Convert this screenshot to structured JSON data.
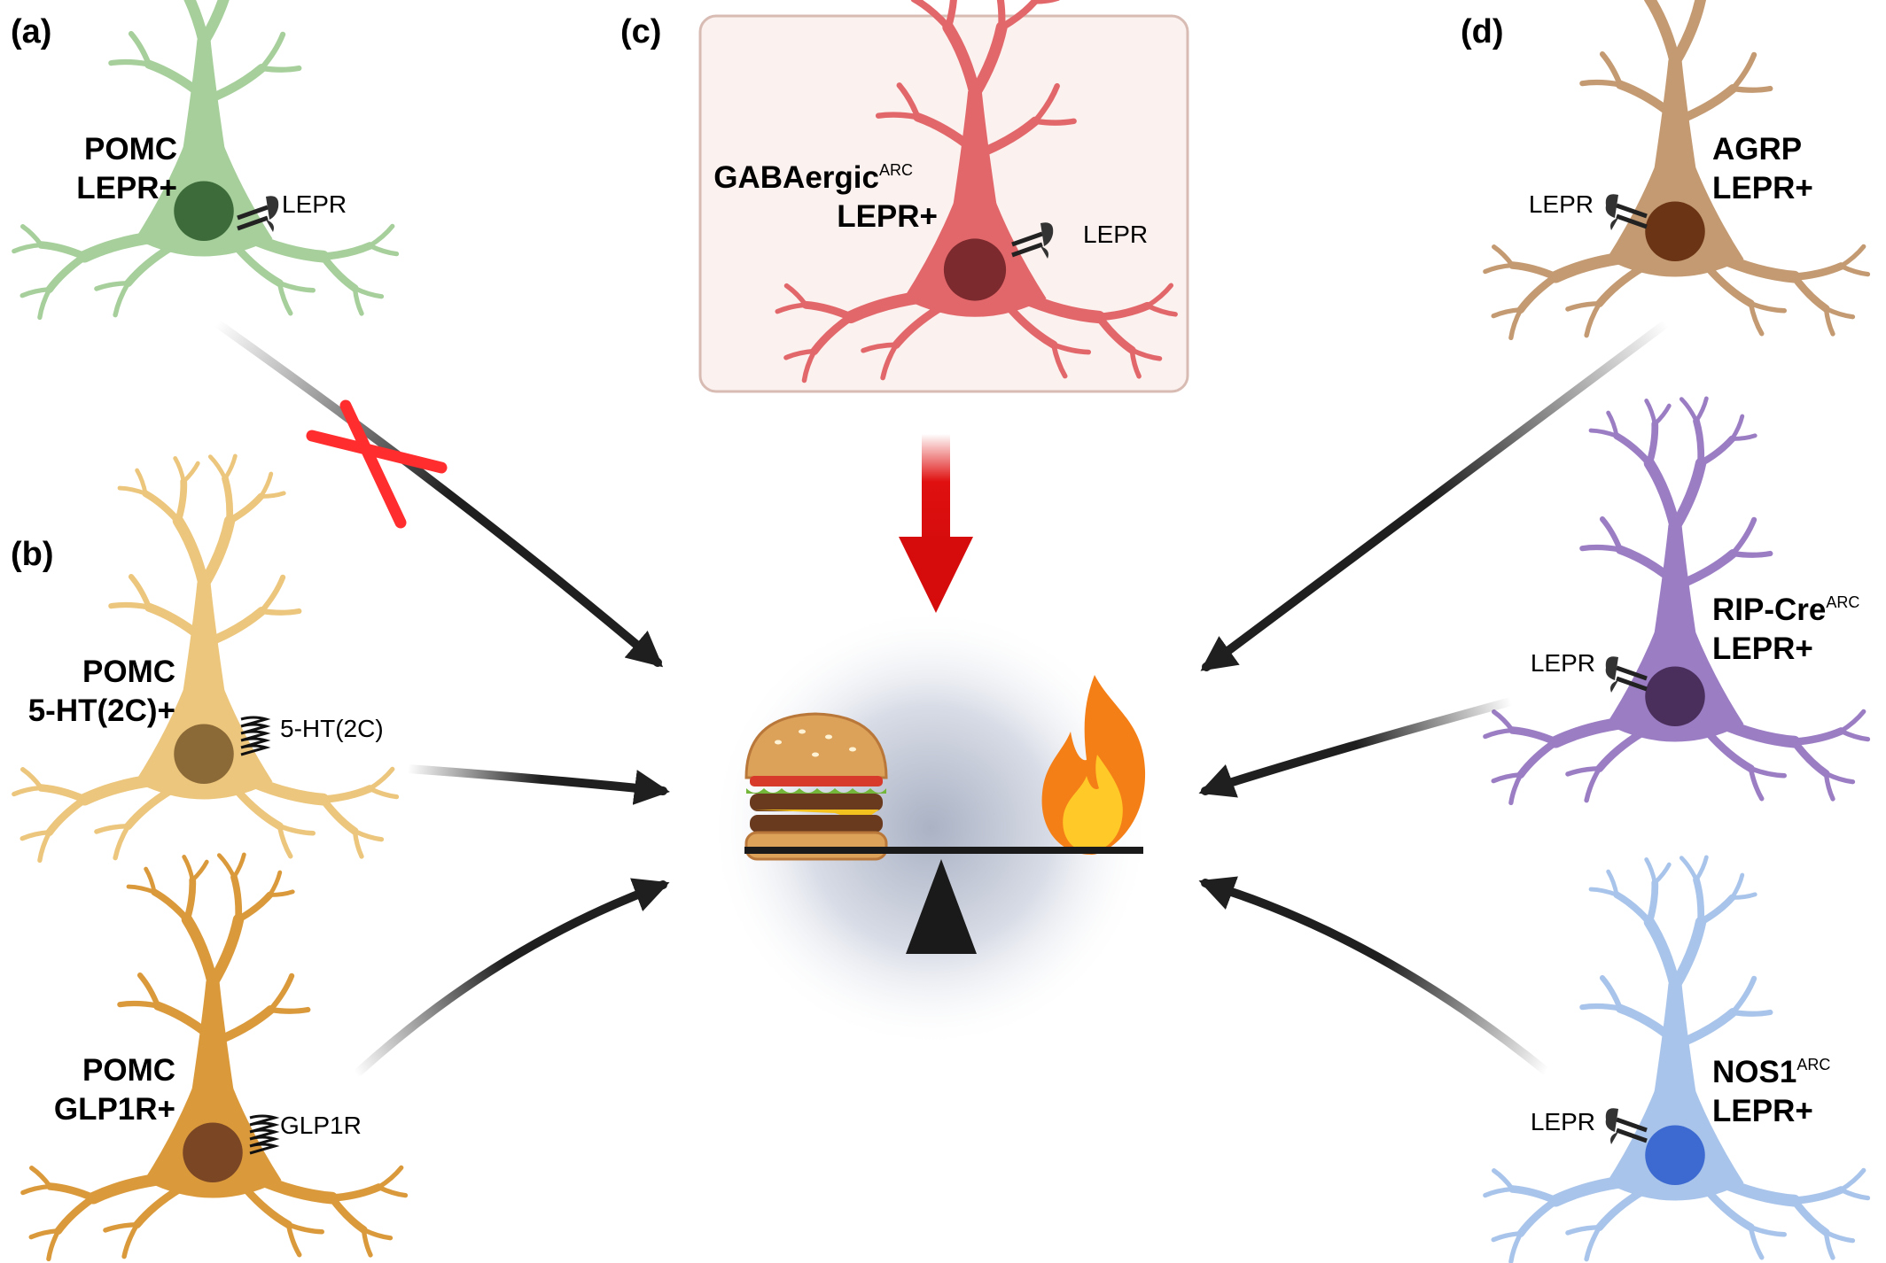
{
  "panels": {
    "a": "(a)",
    "b": "(b)",
    "c": "(c)",
    "d": "(d)"
  },
  "neurons": {
    "pomc_lepr": {
      "line1": "POMC",
      "line2": "LEPR+",
      "receptor": "LEPR",
      "color": "#a6cf9b",
      "nucleus": "#3d6b3a"
    },
    "pomc_5ht2c": {
      "line1": "POMC",
      "line2": "5-HT(2C)+",
      "receptor": "5-HT(2C)",
      "color": "#ecc67c",
      "nucleus": "#8c6a38"
    },
    "pomc_glp1r": {
      "line1": "POMC",
      "line2": "GLP1R+",
      "receptor": "GLP1R",
      "color": "#da9a3c",
      "nucleus": "#7a4624"
    },
    "gaba_arc": {
      "line1": "GABAergic",
      "line1_sup": "ARC",
      "line2": "LEPR+",
      "receptor": "LEPR",
      "color": "#e2676a",
      "nucleus": "#7d2a2e"
    },
    "agrp": {
      "line1": "AGRP",
      "line2": "LEPR+",
      "receptor": "LEPR",
      "color": "#c39a72",
      "nucleus": "#6b3414"
    },
    "ripcre_arc": {
      "line1": "RIP-Cre",
      "line1_sup": "ARC",
      "line2": "LEPR+",
      "receptor": "LEPR",
      "color": "#9b7dc4",
      "nucleus": "#4a2f5c"
    },
    "nos1_arc": {
      "line1": "NOS1",
      "line1_sup": "ARC",
      "line2": "LEPR+",
      "receptor": "LEPR",
      "color": "#a9c4ea",
      "nucleus": "#3d6ad0"
    }
  },
  "colors": {
    "arrow": "#1f1f1f",
    "blocked_x": "#ff2d2d",
    "inhibit_arrow": "#e01010",
    "panel_c_bg": "#fbf1ee",
    "panel_c_border": "#d8bcb4"
  },
  "center_icons": [
    "burger-icon",
    "flame-icon",
    "balance-scale-icon"
  ]
}
